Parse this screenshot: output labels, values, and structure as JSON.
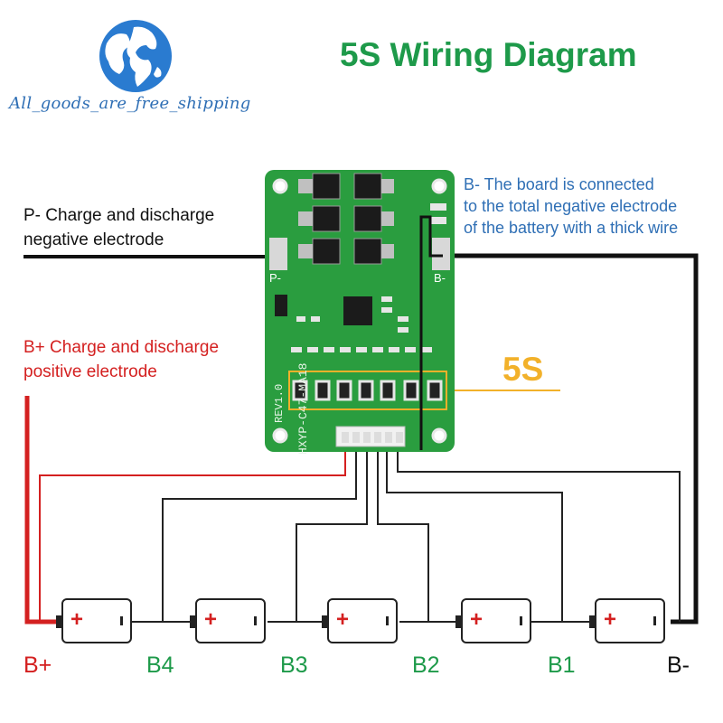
{
  "title": "5S Wiring Diagram",
  "watermark": "All_goods_are_free_shipping",
  "labels": {
    "p_minus": [
      "P- Charge and discharge",
      "negative electrode"
    ],
    "b_plus": [
      "B+ Charge and discharge",
      "positive electrode"
    ],
    "b_minus": [
      "B- The board is connected",
      "to the total negative electrode",
      "of the battery with a thick wire"
    ],
    "series": "5S"
  },
  "terminals": [
    "B+",
    "B4",
    "B3",
    "B2",
    "B1",
    "B-"
  ],
  "board": {
    "model": "HXYP-C47-MA18",
    "rev": "REV1.0",
    "p_pad": "P-",
    "b_pad": "B-",
    "connector_pins": [
      "B+",
      "B4",
      "B3",
      "B2",
      "B1"
    ]
  },
  "colors": {
    "title_green": "#1e9a4a",
    "board_green": "#2a9d3f",
    "positive_red": "#d42020",
    "label_blue": "#2f6fb5",
    "highlight_orange": "#f2b12a"
  },
  "icons": [
    "globe-logo-icon",
    "battery-icon"
  ]
}
